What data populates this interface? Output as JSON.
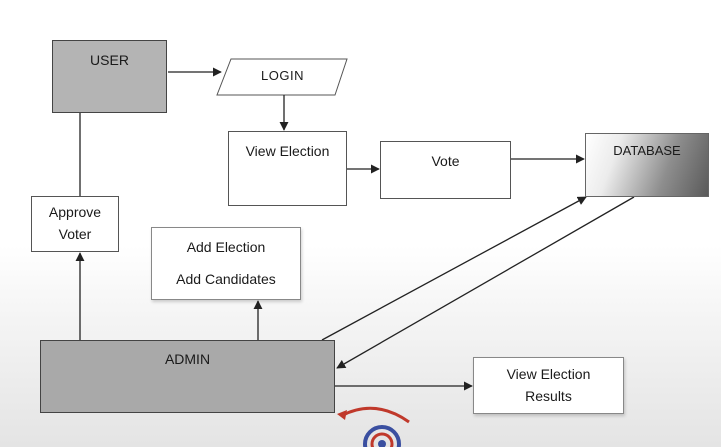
{
  "nodes": {
    "user": "USER",
    "login": "LOGIN",
    "view_election": "View Election",
    "vote": "Vote",
    "database": "DATABASE",
    "approve_voter": [
      "Approve",
      "Voter"
    ],
    "add_election": "Add Election",
    "add_candidates": "Add Candidates",
    "admin": "ADMIN",
    "view_results": [
      "View Election",
      "Results"
    ]
  },
  "edges": [
    {
      "from": "user",
      "to": "login"
    },
    {
      "from": "login",
      "to": "view_election"
    },
    {
      "from": "view_election",
      "to": "vote"
    },
    {
      "from": "vote",
      "to": "database"
    },
    {
      "from": "admin",
      "to": "database"
    },
    {
      "from": "database",
      "to": "admin"
    },
    {
      "from": "admin",
      "to": "approve_voter"
    },
    {
      "from": "approve_voter",
      "to": "user"
    },
    {
      "from": "admin",
      "to": "add_election_candidates"
    },
    {
      "from": "admin",
      "to": "view_results"
    }
  ],
  "colors": {
    "actor_fill": "#b4b4b4",
    "admin_fill": "#a9a9a9",
    "logo_accent": "#c0392b",
    "logo_secondary": "#3a4fa0"
  }
}
